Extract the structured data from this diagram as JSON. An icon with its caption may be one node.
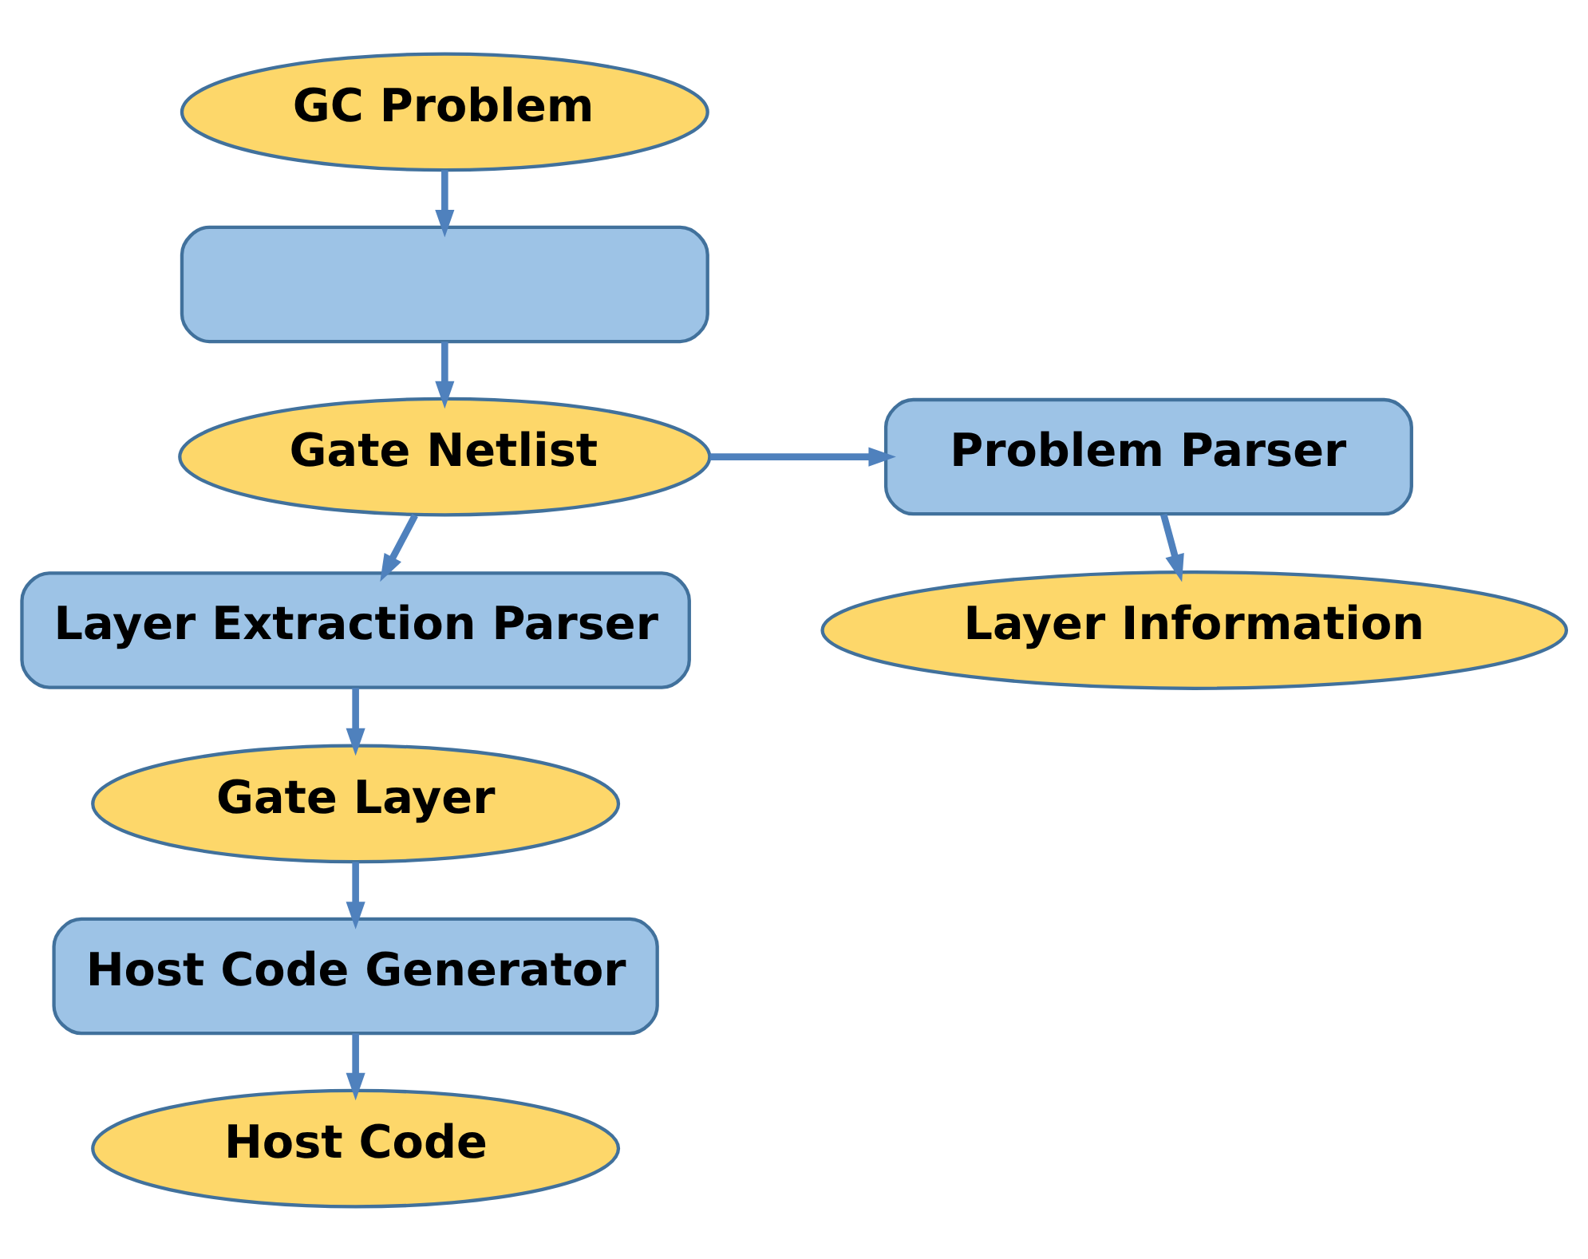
{
  "diagram": {
    "nodes": [
      {
        "text": [
          "GC Problem"
        ]
      },
      {
        "text": [],
        "shape": "box"
      },
      {
        "text": [
          "Gate Netlist"
        ]
      },
      {
        "text": [
          "Layer Extraction Parser"
        ]
      },
      {
        "text": [
          "Gate Layer"
        ]
      },
      {
        "text": [
          "Host Code Generator"
        ]
      },
      {
        "text": [
          "Host Code"
        ]
      },
      {
        "text": [
          "Problem Parser"
        ]
      },
      {
        "text": [
          "Layer Information"
        ]
      }
    ],
    "edges": [
      {
        "from": 0,
        "to": 1,
        "arrow": "to"
      },
      {
        "from": 1,
        "to": 2,
        "arrow": "to"
      },
      {
        "from": 2,
        "to": 3,
        "arrow": "to"
      },
      {
        "from": 3,
        "to": 4,
        "arrow": "to"
      },
      {
        "from": 4,
        "to": 5,
        "arrow": "to"
      },
      {
        "from": 5,
        "to": 6,
        "arrow": "to"
      },
      {
        "from": 2,
        "to": 7,
        "arrow": "to"
      },
      {
        "from": 7,
        "to": 8,
        "arrow": "to"
      }
    ]
  }
}
